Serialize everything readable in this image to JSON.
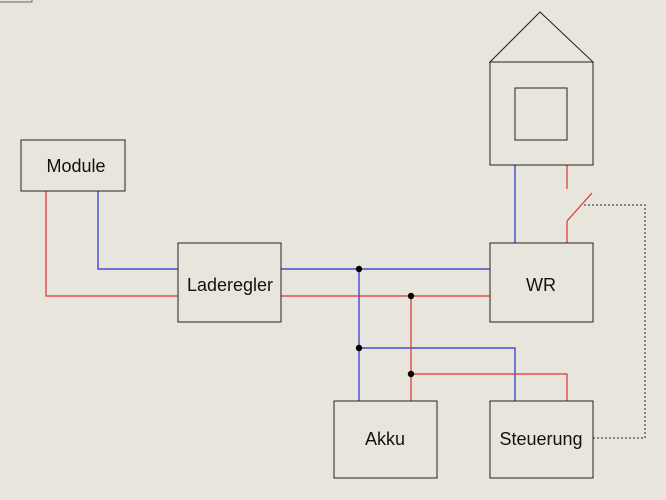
{
  "components": {
    "module": "Module",
    "laderegler": "Laderegler",
    "wr": "WR",
    "akku": "Akku",
    "steuerung": "Steuerung"
  },
  "colors": {
    "background": "#e8e6dc",
    "positive_wire": "#e03030",
    "negative_wire": "#2b2bd0"
  }
}
